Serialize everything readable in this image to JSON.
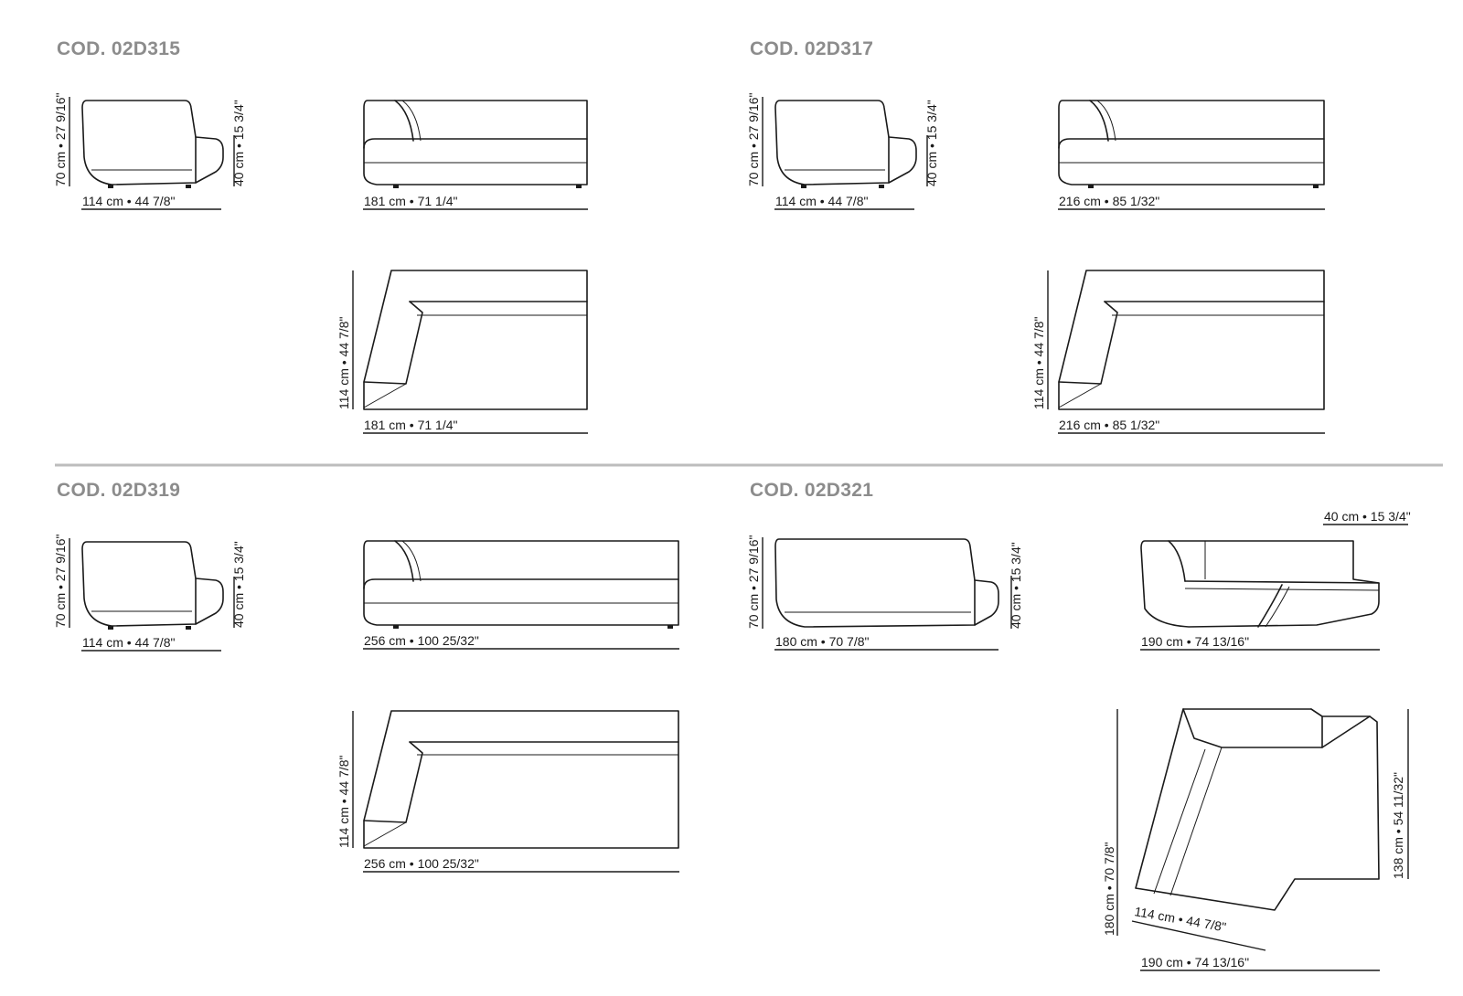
{
  "codes": {
    "a": "COD. 02D315",
    "b": "COD. 02D317",
    "c": "COD. 02D319",
    "d": "COD. 02D321"
  },
  "dims": {
    "h70": "70 cm • 27 9/16\"",
    "h40": "40 cm • 15 3/4\"",
    "d114": "114 cm • 44 7/8\"",
    "w181": "181 cm • 71 1/4\"",
    "w216": "216 cm • 85 1/32\"",
    "w256": "256 cm • 100 25/32\"",
    "w180": "180 cm • 70 7/8\"",
    "w190": "190 cm • 74 13/16\"",
    "w138": "138 cm • 54 11/32\""
  }
}
